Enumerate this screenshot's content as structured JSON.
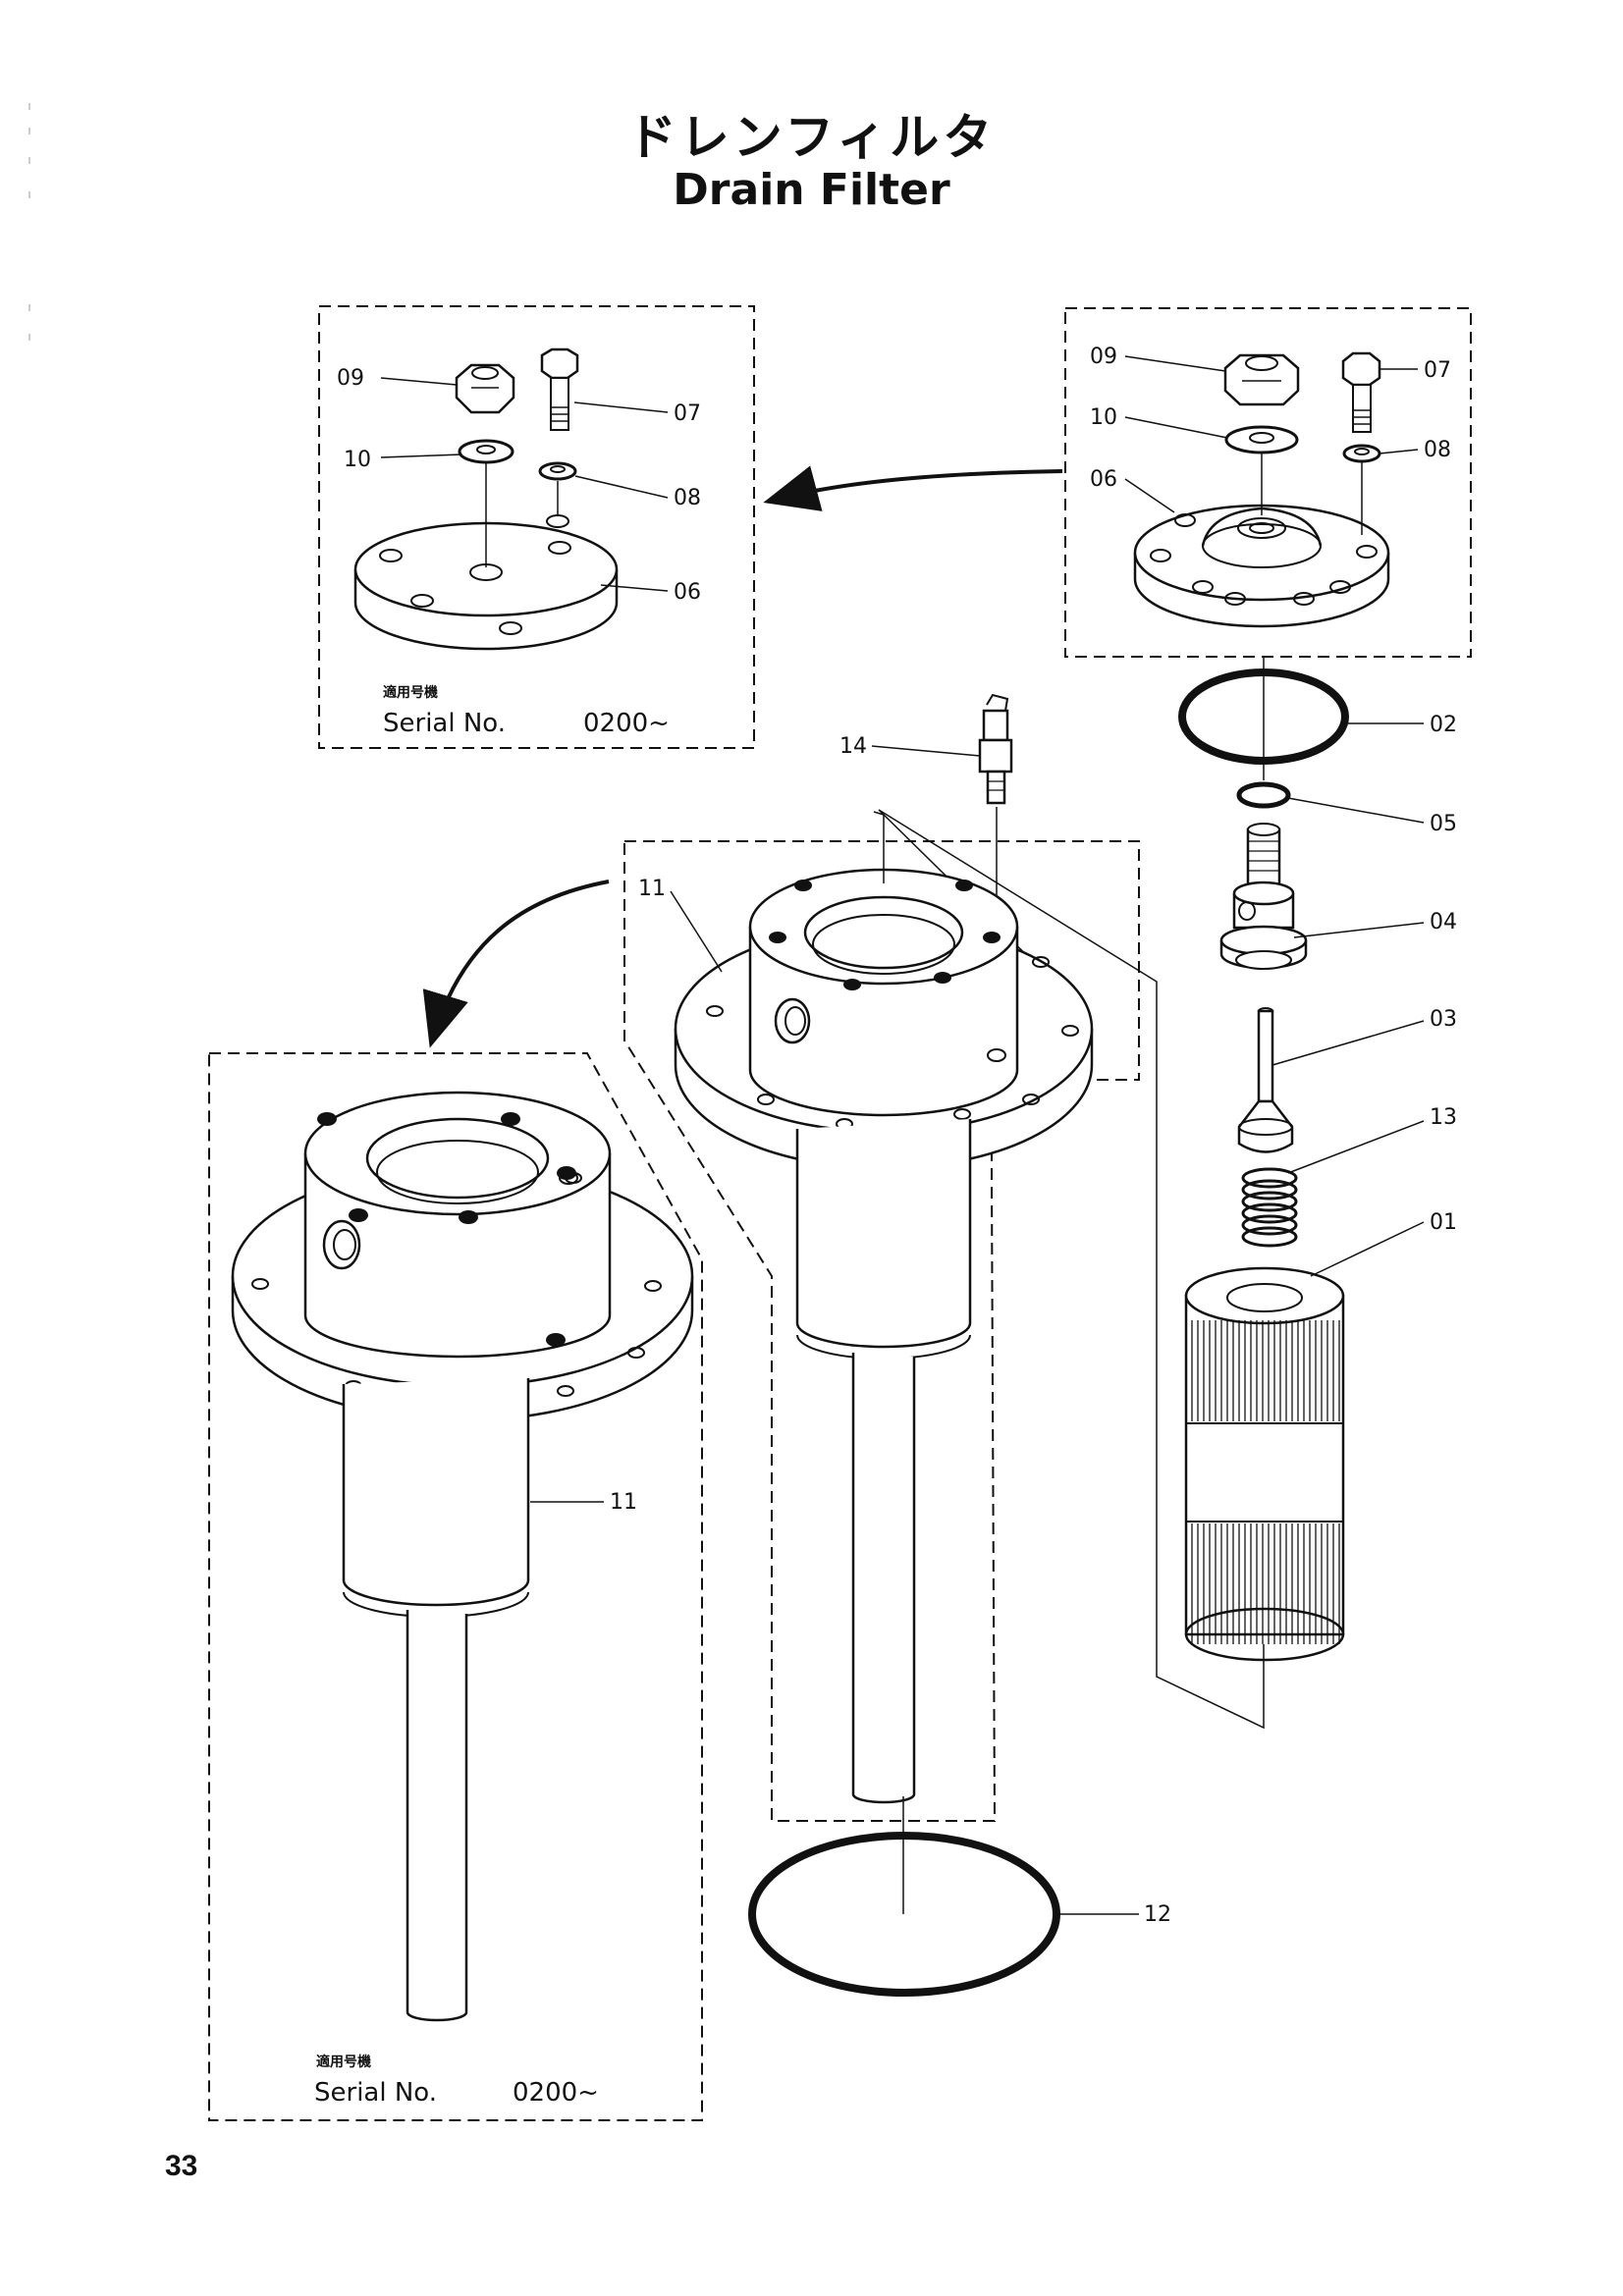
{
  "page": {
    "title_jp": "ドレンフィルタ",
    "title_en": "Drain Filter",
    "page_number": "33"
  },
  "serial_notes": [
    {
      "note": "適用号機",
      "serial": "Serial No.",
      "range": "0200~"
    },
    {
      "note": "適用号機",
      "serial": "Serial No.",
      "range": "0200~"
    }
  ],
  "callouts": {
    "c01": "01",
    "c02": "02",
    "c03": "03",
    "c04": "04",
    "c05": "05",
    "c06_main": "06",
    "c07_main": "07",
    "c08_main": "08",
    "c09_main": "09",
    "c10_main": "10",
    "c06_inset": "06",
    "c07_inset": "07",
    "c08_inset": "08",
    "c09_inset": "09",
    "c10_inset": "10",
    "c11_main": "11",
    "c11_inset": "11",
    "c12": "12",
    "c13": "13",
    "c14": "14"
  },
  "colors": {
    "ink": "#111111",
    "paper": "#ffffff"
  }
}
